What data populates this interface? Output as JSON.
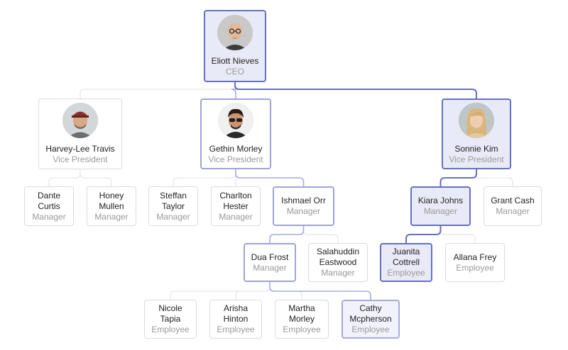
{
  "colors": {
    "link": "#e0e0e0",
    "link_active": "#6670c2",
    "link_light": "#a6abde",
    "border_selected": "#6670c2",
    "fill_selected": "#e9eaf7"
  },
  "nodes": [
    {
      "id": "eliott",
      "name": "Eliott Nieves",
      "title": "CEO",
      "avatar": "bald-man-glasses-avatar",
      "state": "sel"
    },
    {
      "id": "harvey",
      "parent": "eliott",
      "name": "Harvey-Lee Travis",
      "title": "Vice President",
      "avatar": "man-cap-avatar"
    },
    {
      "id": "gethin",
      "parent": "eliott",
      "name": "Gethin Morley",
      "title": "Vice President",
      "avatar": "man-sunglasses-avatar",
      "state": "path"
    },
    {
      "id": "sonnie",
      "parent": "eliott",
      "name": "Sonnie Kim",
      "title": "Vice President",
      "avatar": "blonde-woman-avatar",
      "state": "sel"
    },
    {
      "id": "dante",
      "parent": "harvey",
      "name": "Dante Curtis",
      "title": "Manager"
    },
    {
      "id": "honey",
      "parent": "harvey",
      "name": "Honey Mullen",
      "title": "Manager"
    },
    {
      "id": "steffan",
      "parent": "gethin",
      "name": "Steffan Taylor",
      "title": "Manager"
    },
    {
      "id": "charlton",
      "parent": "gethin",
      "name": "Charlton Hester",
      "title": "Manager"
    },
    {
      "id": "ishmael",
      "parent": "gethin",
      "name": "Ishmael Orr",
      "title": "Manager",
      "state": "path"
    },
    {
      "id": "kiara",
      "parent": "sonnie",
      "name": "Kiara Johns",
      "title": "Manager",
      "state": "sel"
    },
    {
      "id": "grant",
      "parent": "sonnie",
      "name": "Grant Cash",
      "title": "Manager"
    },
    {
      "id": "dua",
      "parent": "ishmael",
      "name": "Dua Frost",
      "title": "Manager",
      "state": "path"
    },
    {
      "id": "salahuddin",
      "parent": "ishmael",
      "name": "Salahuddin Eastwood",
      "title": "Manager"
    },
    {
      "id": "juanita",
      "parent": "kiara",
      "name": "Juanita Cottrell",
      "title": "Employee",
      "state": "sel"
    },
    {
      "id": "allana",
      "parent": "kiara",
      "name": "Allana Frey",
      "title": "Employee"
    },
    {
      "id": "nicole",
      "parent": "dua",
      "name": "Nicole Tapia",
      "title": "Employee"
    },
    {
      "id": "arisha",
      "parent": "dua",
      "name": "Arisha Hinton",
      "title": "Employee"
    },
    {
      "id": "martha",
      "parent": "dua",
      "name": "Martha Morley",
      "title": "Employee"
    },
    {
      "id": "cathy",
      "parent": "dua",
      "name": "Cathy Mcpherson",
      "title": "Employee",
      "state": "hl"
    }
  ]
}
